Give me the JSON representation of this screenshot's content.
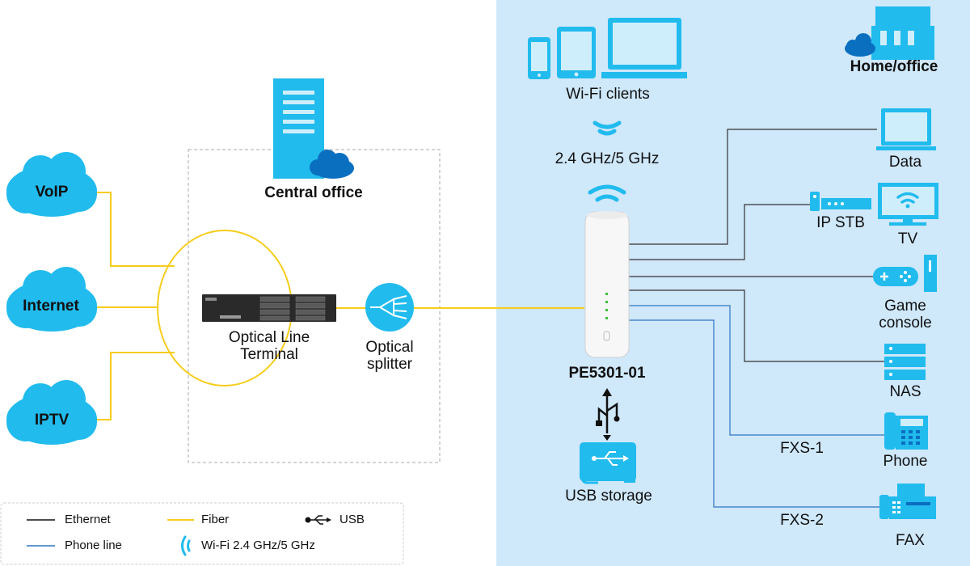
{
  "colors": {
    "home_bg": "#cfe8fa",
    "accent_blue": "#21bbee",
    "dark_blue": "#0b6fc0",
    "fiber": "#f7cc1a",
    "ethernet": "#333333",
    "phone_line": "#2f73c4"
  },
  "clouds": [
    "VoIP",
    "Internet",
    "IPTV"
  ],
  "central_office": {
    "title": "Central office",
    "olt_label": "Optical Line Terminal",
    "splitter_label": "Optical splitter"
  },
  "home": {
    "title": "Home/office",
    "wifi_clients": "Wi-Fi clients",
    "bands": "2.4 GHz/5 GHz",
    "device_name": "PE5301-01",
    "usb_storage": "USB storage"
  },
  "endpoints": {
    "data": "Data",
    "ip_stb": "IP STB",
    "tv": "TV",
    "game_console": "Game console",
    "nas": "NAS",
    "phone": "Phone",
    "fax": "FAX",
    "fxs1": "FXS-1",
    "fxs2": "FXS-2"
  },
  "legend": {
    "ethernet": "Ethernet",
    "fiber": "Fiber",
    "usb": "USB",
    "phone_line": "Phone line",
    "wifi": "Wi-Fi 2.4 GHz/5 GHz"
  }
}
